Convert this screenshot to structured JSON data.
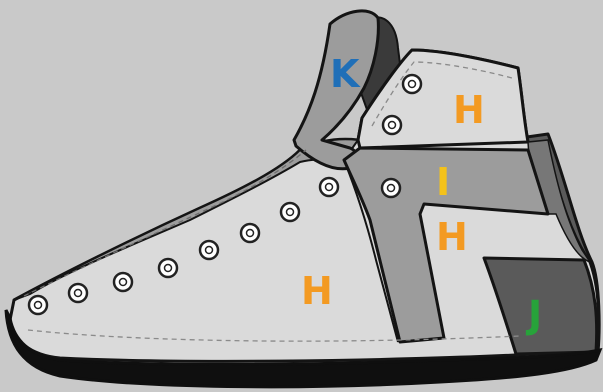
{
  "labels": {
    "tongue": "K",
    "collar_panel": "H",
    "heel_panel": "H",
    "vamp_panel": "H",
    "strap": "I",
    "heel_counter": "J"
  },
  "colors": {
    "background": "#c9c9c9",
    "panel_light": "#dadada",
    "panel_mid": "#9c9c9c",
    "panel_dark": "#5a5a5a",
    "outline": "#141414",
    "sole": "#0f0f0f",
    "label_k": "#1f6fb8",
    "label_h": "#f39a22",
    "label_i": "#f4c21a",
    "label_j": "#27a33a"
  },
  "icons": {
    "eyelet": "eyelet-icon"
  }
}
